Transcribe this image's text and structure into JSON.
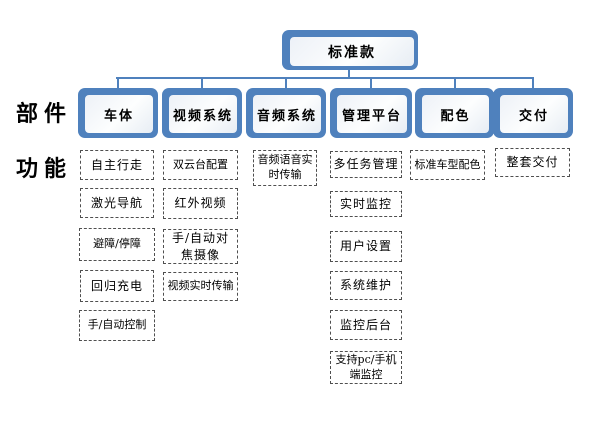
{
  "diagram": {
    "root": "标准款",
    "row_labels": {
      "components": "部件",
      "functions": "功能"
    },
    "columns": [
      {
        "header": "车体",
        "items": [
          "自主行走",
          "激光导航",
          "避障/停障",
          "回归充电",
          "手/自动控制"
        ]
      },
      {
        "header": "视频系统",
        "items": [
          "双云台配置",
          "红外视频",
          "手/自动对焦摄像",
          "视频实时传输"
        ]
      },
      {
        "header": "音频系统",
        "items": [
          "音频语音实时传输"
        ]
      },
      {
        "header": "管理平台",
        "items": [
          "多任务管理",
          "实时监控",
          "用户设置",
          "系统维护",
          "监控后台",
          "支持pc/手机端监控"
        ]
      },
      {
        "header": "配色",
        "items": [
          "标准车型配色"
        ]
      },
      {
        "header": "交付",
        "items": [
          "整套交付"
        ]
      }
    ],
    "colors": {
      "accent_blue": "#4f81bd",
      "box_border_blue": "#4f81bd",
      "box_fill_light": "#f2f5f9",
      "dashed_border": "#4f4f4f",
      "text": "#000000",
      "background": "#ffffff"
    }
  }
}
